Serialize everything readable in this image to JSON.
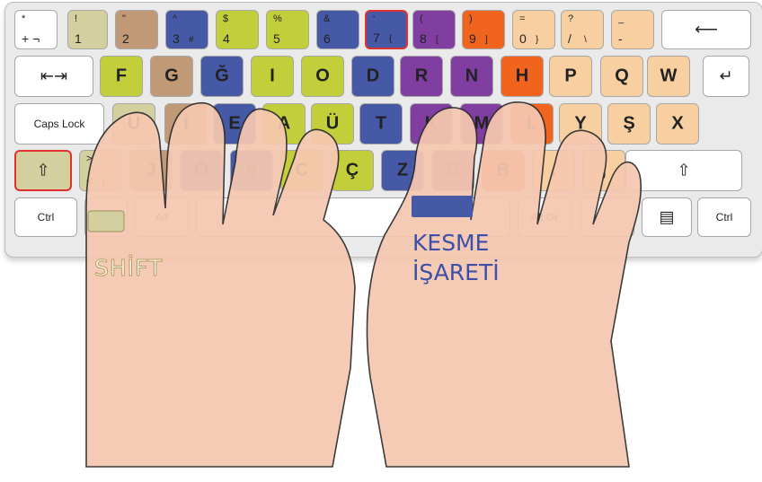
{
  "colors": {
    "pinky": "#d4cf9f",
    "ring_left": "#c09a76",
    "middle_left": "#4659a6",
    "index_left": "#c2cf3a",
    "index_right": "#5a5ab0",
    "middle_right": "#7f3ea0",
    "ring_right": "#f0641e",
    "pinky_right": "#f7cfa0",
    "gray_key": "#ffffff",
    "highlight": "#e0312e",
    "skin": "#f6c8b0",
    "outline": "#2d2d2d",
    "kesme_label": "#3b4fa8"
  },
  "keyboard": {
    "row1": [
      {
        "upper": "*",
        "lower": "+ ¬"
      },
      {
        "upper": "!",
        "lower": "1"
      },
      {
        "upper": "\"",
        "lower": "2"
      },
      {
        "upper": "^",
        "lower": "3",
        "alt": "#"
      },
      {
        "upper": "$",
        "lower": "4"
      },
      {
        "upper": "%",
        "lower": "5"
      },
      {
        "upper": "&",
        "lower": "6"
      },
      {
        "upper": "'",
        "lower": "7",
        "alt": "{"
      },
      {
        "upper": "(",
        "lower": "8",
        "alt": "["
      },
      {
        "upper": ")",
        "lower": "9",
        "alt": "]"
      },
      {
        "upper": "=",
        "lower": "0",
        "alt": "}"
      },
      {
        "upper": "?",
        "lower": "/",
        "alt": "\\"
      },
      {
        "upper": "_",
        "lower": "-"
      },
      {
        "icon": "backspace-arrow",
        "glyph": "⟵"
      }
    ],
    "row2": [
      {
        "icon": "tab-arrows",
        "glyph": "⇤⇥"
      },
      {
        "label": "F"
      },
      {
        "label": "G"
      },
      {
        "label": "Ğ"
      },
      {
        "label": "I"
      },
      {
        "label": "O"
      },
      {
        "label": "D"
      },
      {
        "label": "R"
      },
      {
        "label": "N"
      },
      {
        "label": "H"
      },
      {
        "label": "P"
      },
      {
        "label": "Q"
      },
      {
        "label": "W"
      },
      {
        "icon": "enter-arrow",
        "glyph": "↵"
      }
    ],
    "row3": [
      {
        "small": "Caps Lock"
      },
      {
        "label": "U"
      },
      {
        "label": "İ"
      },
      {
        "label": "E"
      },
      {
        "label": "A"
      },
      {
        "label": "Ü"
      },
      {
        "label": "T"
      },
      {
        "label": "K"
      },
      {
        "label": "M"
      },
      {
        "label": "L"
      },
      {
        "label": "Y"
      },
      {
        "label": "Ş"
      },
      {
        "label": "X"
      }
    ],
    "row4": [
      {
        "icon": "shift-arrow",
        "glyph": "⇧"
      },
      {
        "upper": ">",
        "lower": "<",
        "alt": "|"
      },
      {
        "label": "J"
      },
      {
        "label": "Ö"
      },
      {
        "label": "V"
      },
      {
        "label": "C"
      },
      {
        "label": "Ç"
      },
      {
        "label": "Z"
      },
      {
        "label": "S"
      },
      {
        "label": "B"
      },
      {
        "label": "."
      },
      {
        "label": ","
      },
      {
        "icon": "shift-arrow",
        "glyph": "⇧"
      }
    ],
    "row5": [
      {
        "small": "Ctrl"
      },
      {
        "small": ""
      },
      {
        "small": "Alt"
      },
      {
        "small": ""
      },
      {
        "small": "Alt Gr"
      },
      {
        "small": ""
      },
      {
        "icon": "menu-icon",
        "glyph": "▤"
      },
      {
        "small": "Ctrl"
      }
    ]
  },
  "labels": {
    "shift": "SHİFT",
    "kesme_line1": "KESME",
    "kesme_line2": "İŞARETİ"
  }
}
